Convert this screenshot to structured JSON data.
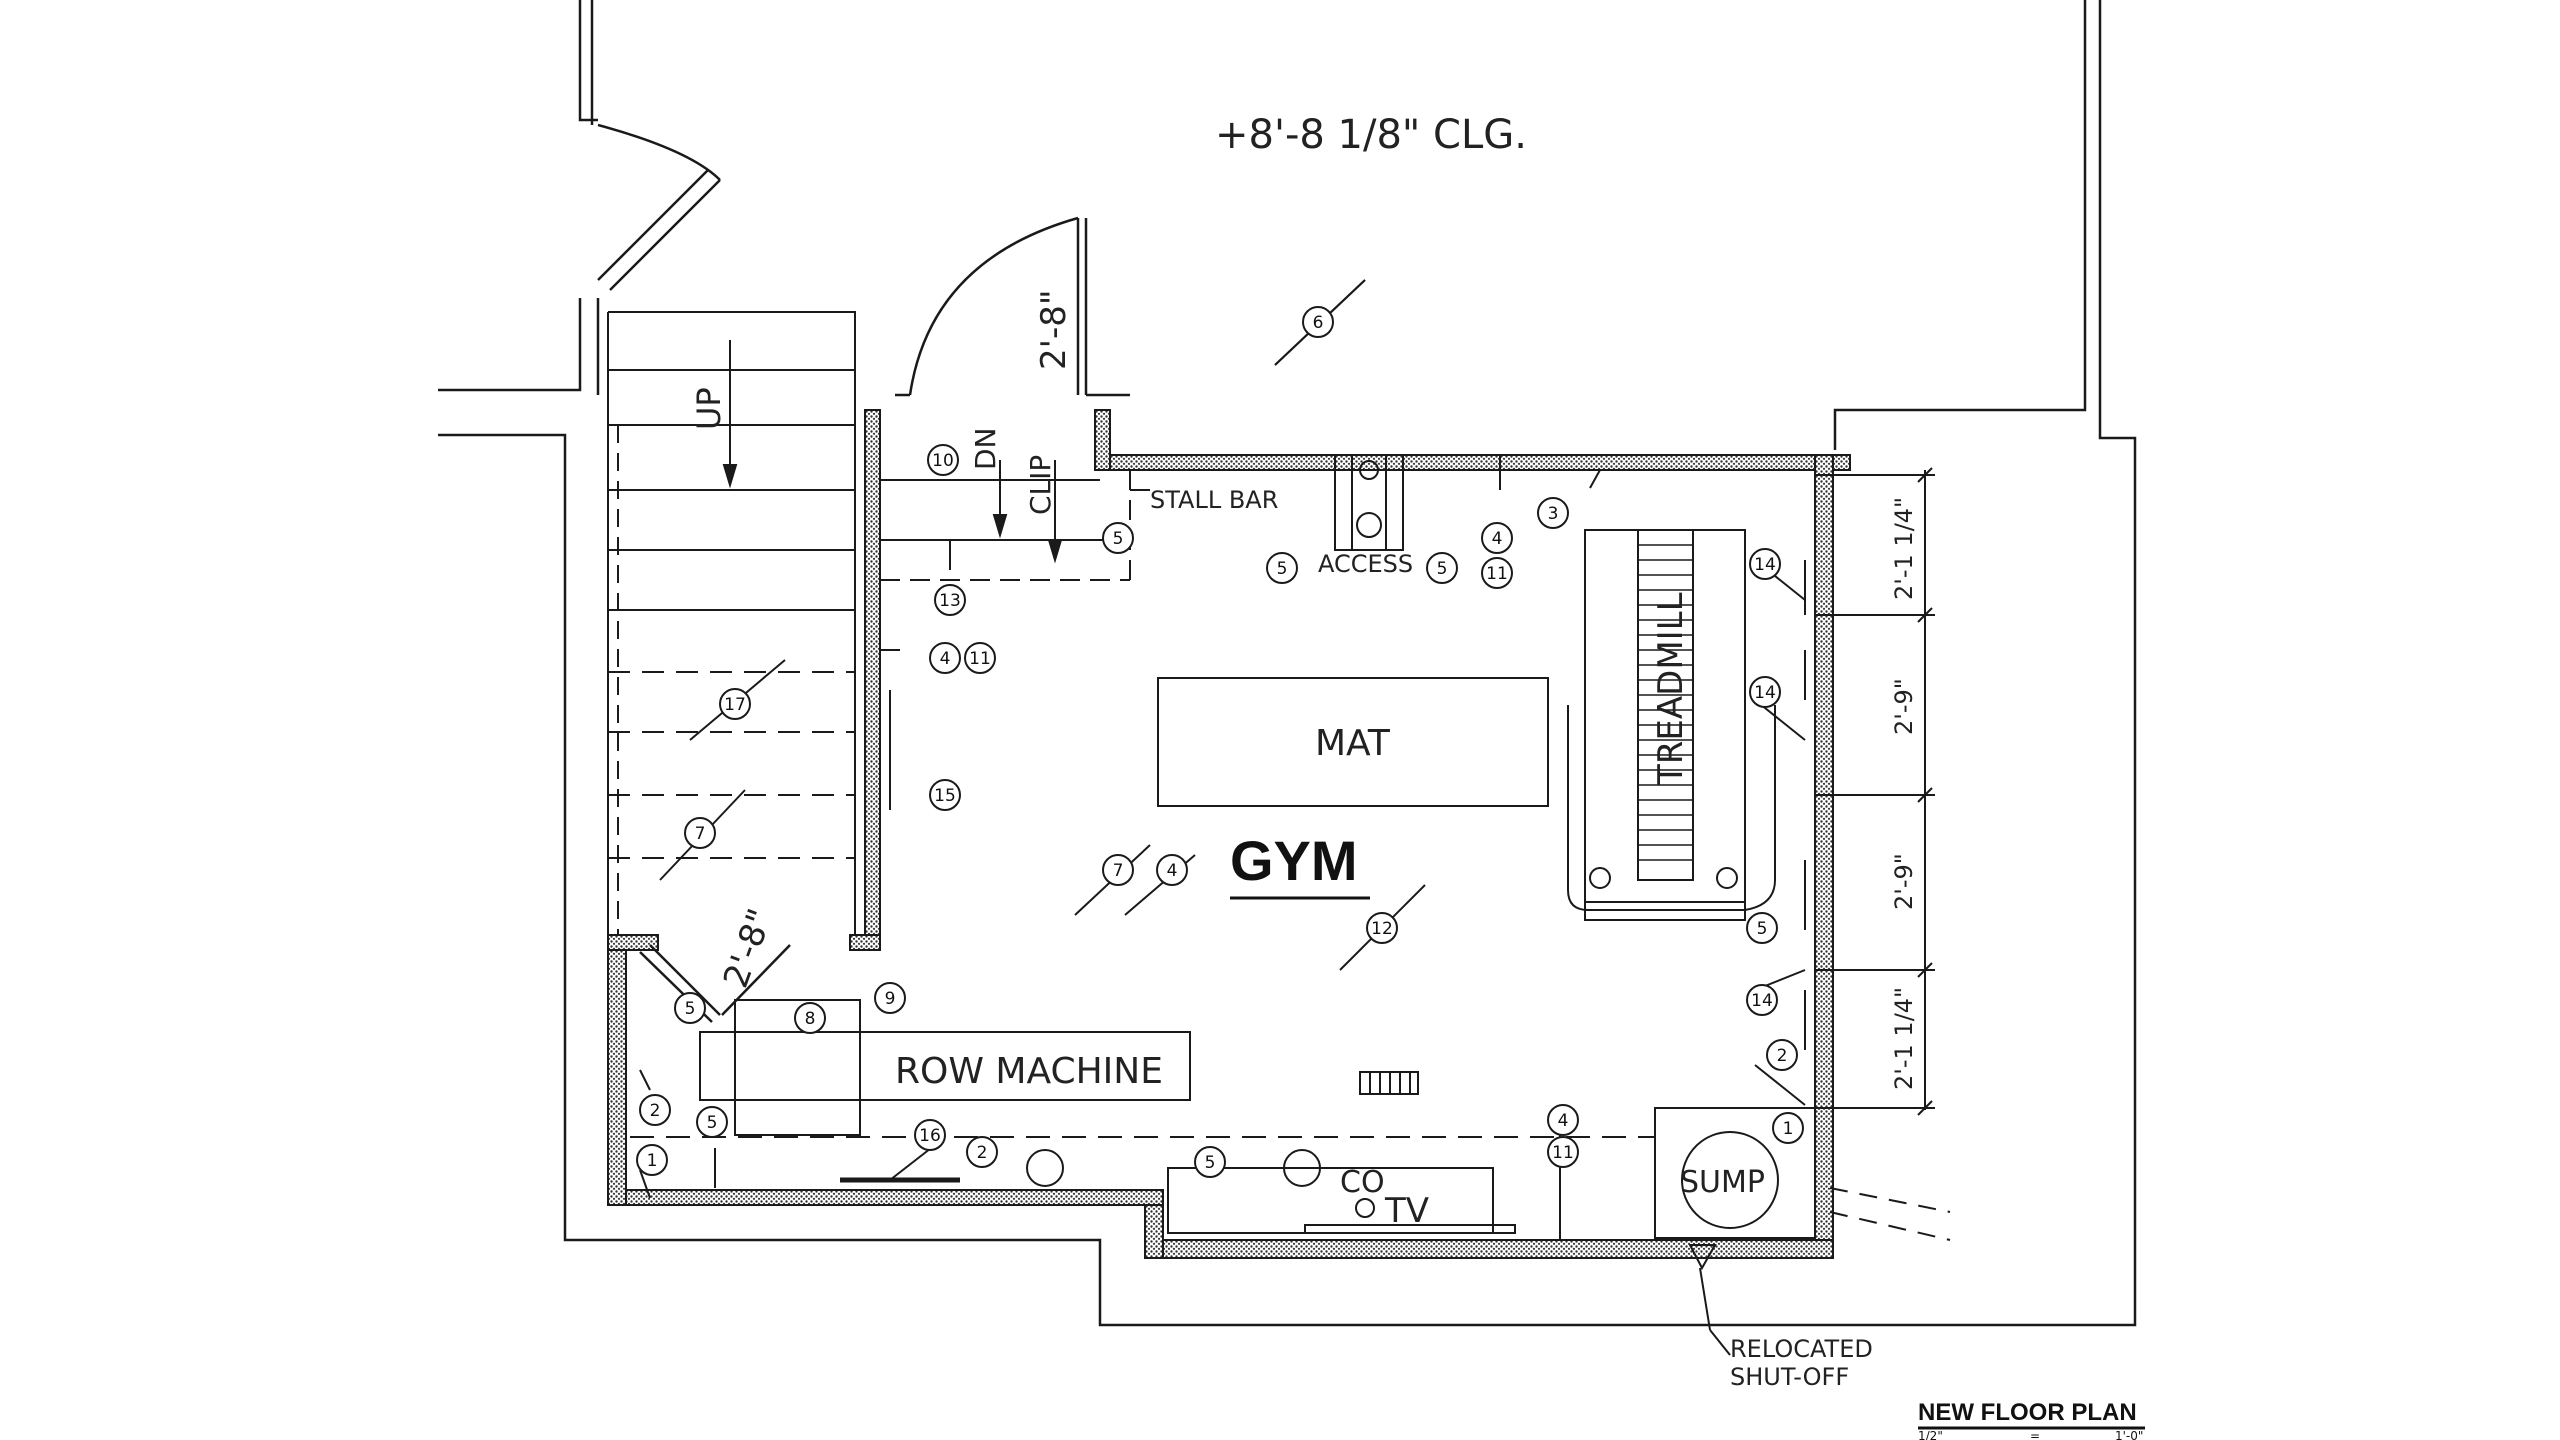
{
  "title": "NEW FLOOR PLAN",
  "scale": {
    "left": "1/2\"",
    "mid": "=",
    "right": "1'-0\""
  },
  "ceiling_note": "+8'-8 1/8\" CLG.",
  "room_name": "GYM",
  "labels": {
    "mat": "MAT",
    "treadmill": "TREADMILL",
    "row_machine": "ROW MACHINE",
    "sump": "SUMP",
    "tv": "TV",
    "co": "CO",
    "stall_bar": "STALL BAR",
    "access": "ACCESS",
    "up": "UP",
    "dn": "DN",
    "clip": "CLIP",
    "door_width_top": "2'-8\"",
    "door_width_left": "2'-8\"",
    "relocated_1": "RELOCATED",
    "relocated_2": "SHUT-OFF"
  },
  "dimensions": [
    "2'-1 1/4\"",
    "2'-9\"",
    "2'-9\"",
    "2'-1 1/4\""
  ],
  "tags": [
    "6",
    "10",
    "3",
    "5",
    "5",
    "5",
    "4",
    "11",
    "13",
    "4",
    "11",
    "14",
    "14",
    "17",
    "15",
    "7",
    "7",
    "4",
    "12",
    "9",
    "5",
    "8",
    "14",
    "5",
    "2",
    "2",
    "5",
    "1",
    "16",
    "2",
    "5",
    "4",
    "11",
    "1"
  ],
  "colors": {
    "line": "#1a1a1a",
    "background": "#ffffff",
    "hatch": "#333333"
  }
}
